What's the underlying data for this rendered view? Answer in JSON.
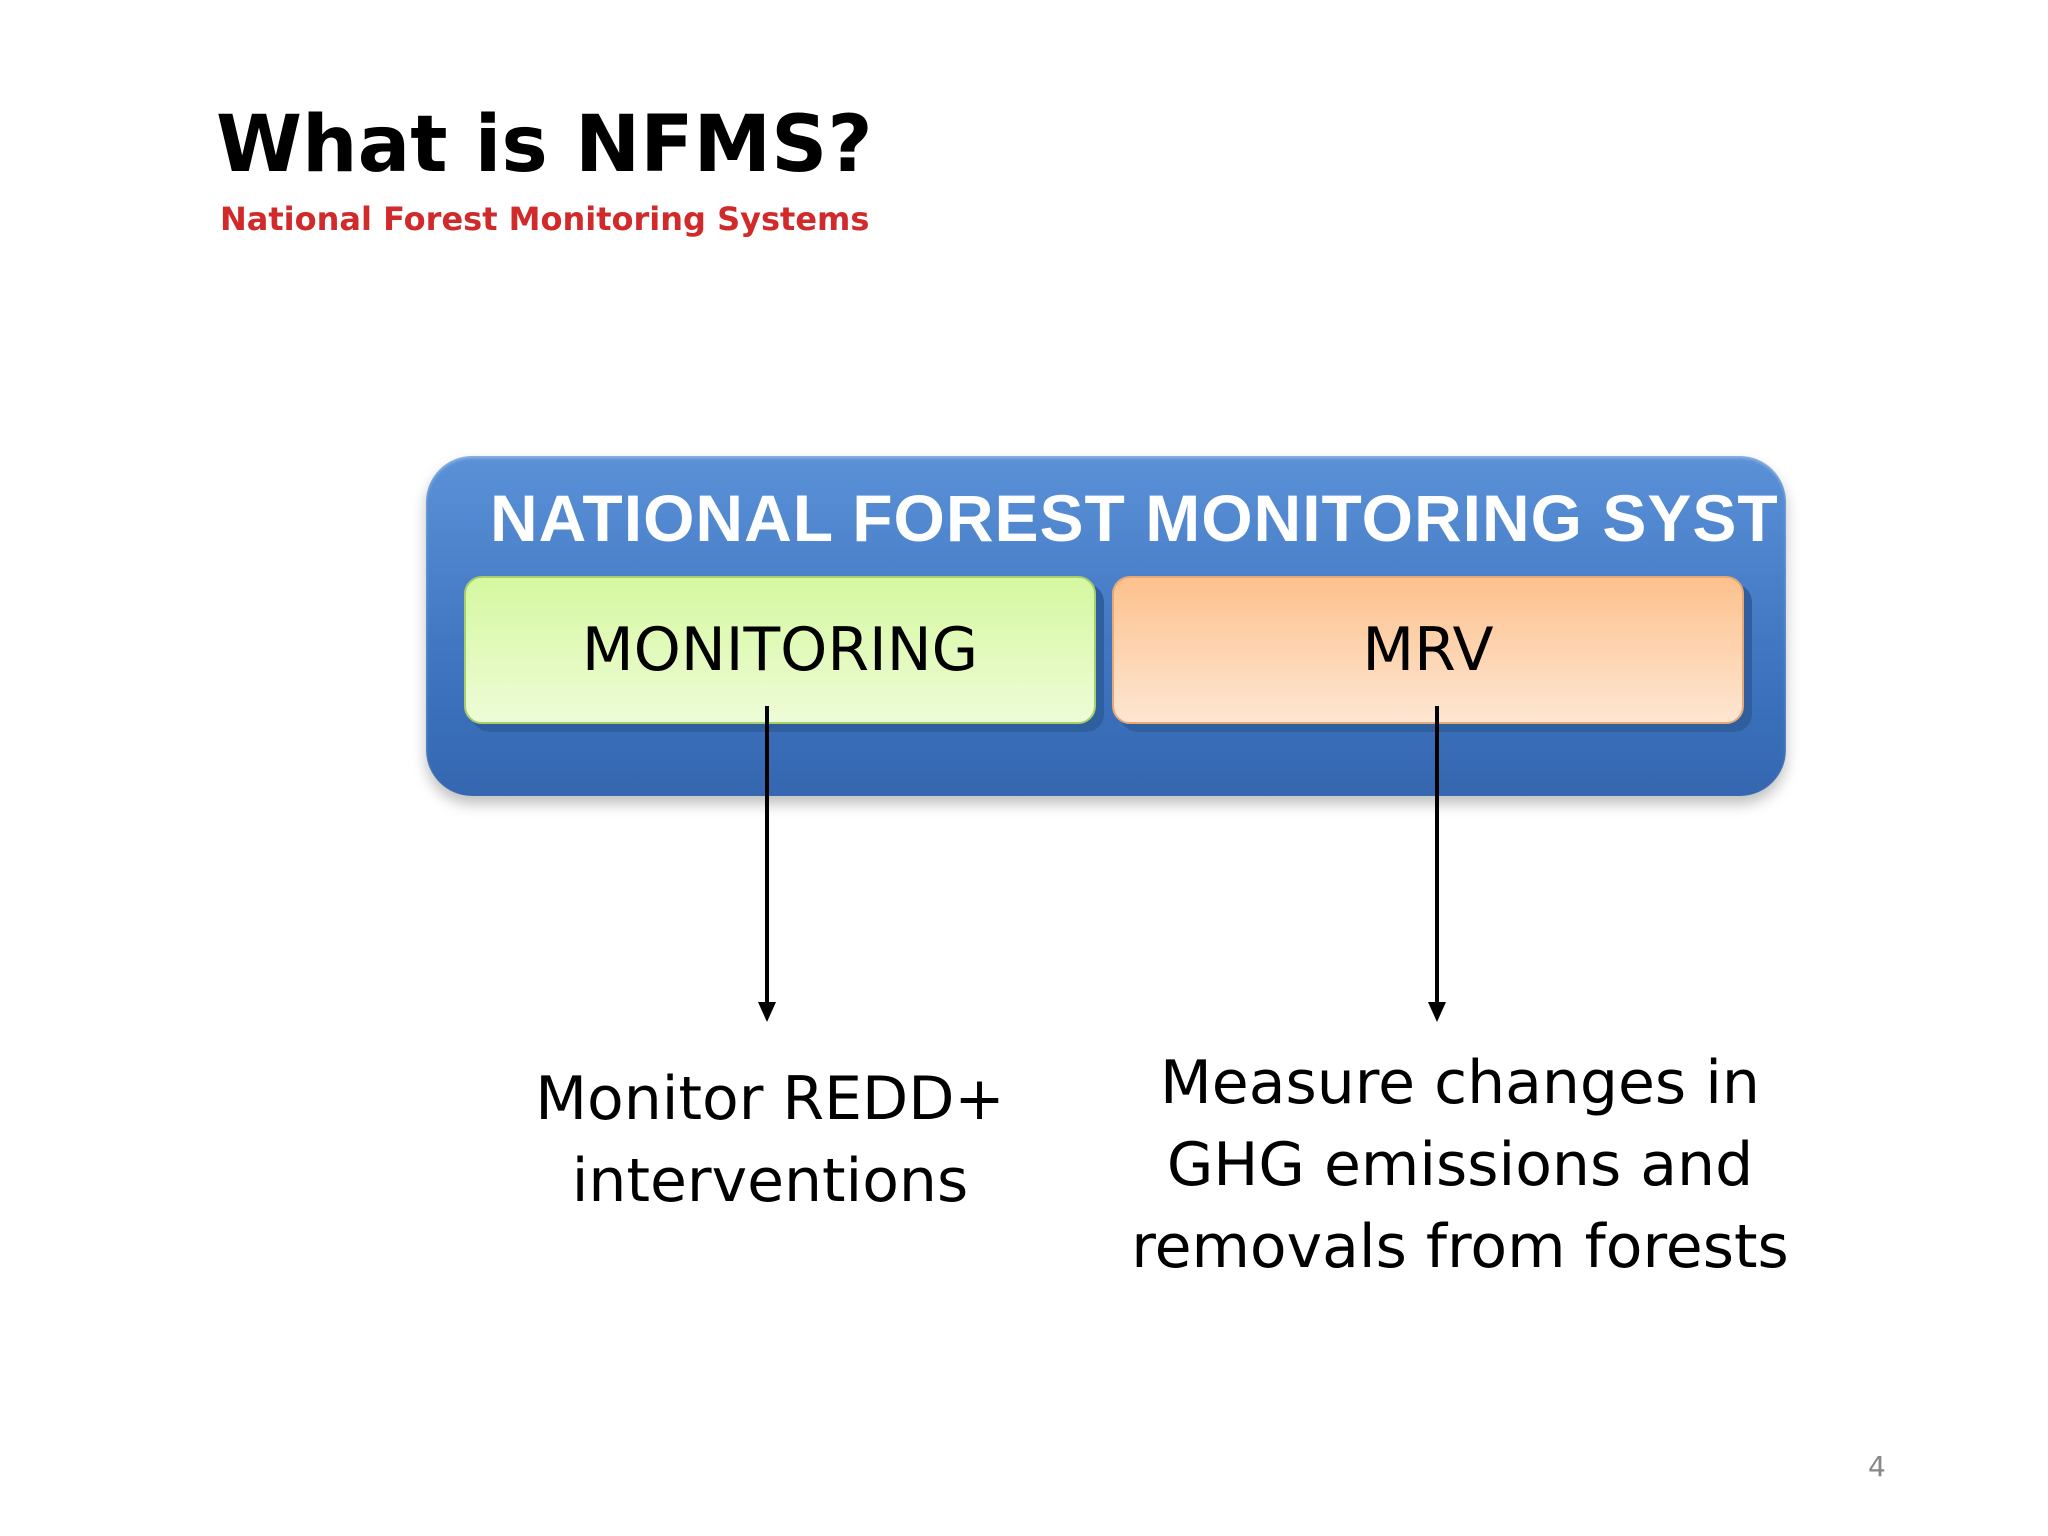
{
  "title": "What is NFMS?",
  "subtitle": "National Forest Monitoring Systems",
  "diagram": {
    "container_label": "NATIONAL FOREST MONITORING SYST",
    "boxes": [
      {
        "label": "MONITORING",
        "color": "#d5f8a0"
      },
      {
        "label": "MRV",
        "color": "#fdc18d"
      }
    ],
    "container_color": "#3b71bd"
  },
  "descriptions": {
    "monitoring": [
      "Monitor REDD+",
      "interventions"
    ],
    "mrv": [
      "Measure changes in",
      "GHG emissions and",
      "removals from forests"
    ]
  },
  "page_number": "4",
  "colors": {
    "subtitle": "#d02a2a"
  }
}
